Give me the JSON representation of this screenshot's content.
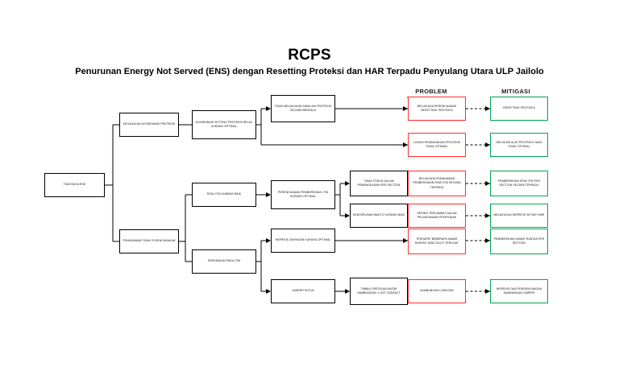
{
  "document": {
    "title": "RCPS",
    "subtitle": "Penurunan Energy Not Served (ENS) dengan Resetting Proteksi dan HAR Terpadu Penyulang Utara ULP Jailolo"
  },
  "columns": {
    "problem_header": "PROBLEM",
    "mitigasi_header": "MITIGASI"
  },
  "colors": {
    "problem_accent": "#ff2d2d",
    "mitigasi_accent": "#00a651",
    "node_border": "#000000",
    "problem_underline": "#ff6b6b",
    "mitigasi_underline": "#2ecc8f"
  },
  "nodes": {
    "root": "TINGGINYA ENS",
    "level2": [
      "KEGAGALAN KOORDINASI PROTEKSI",
      "PEMADAMAN TIDAK DI RENCANAKAN"
    ],
    "level3": [
      "KOORDINASI SETTING PROTEKSI RELAY KURANG OPTIMAL",
      "ROW JTM KURANG BAIK",
      "KERUSAKAN PADA JTM"
    ],
    "level4": [
      "TIDAK MELAKUKAN SIMULASI PROTEKSI SECARA BERKALA",
      "PERENCANAAN PEMBERSIHAN JTM KURANG OPTIMAL",
      "INSPEKSI JARINGAN KURANG OPTIMAL",
      "JUMPER PUTUS"
    ],
    "level5": [
      "TIDAK FOKUS DALAM PEMANGKASAN PER SECTION",
      "KEDISIPLINAN WAKTU KURANG BAIK",
      "TIMBUL PERCIKAN ANTAR SAMBUNGAN / LOST CONTACT"
    ],
    "problems": [
      "BELUM ADA PERENCANAAN RESETTING PROTEKSI",
      "LOKASI PEMASANGAN PROTEKSI TIDAK OPTIMAL",
      "BELUM ADA PEMAHAMAN PEMBERSIHAN ROW JTM SECARA TERPADU",
      "SERING TERLAMBAT DALAM PELAKSANAAN PEKERJAAN",
      "TERDAPAT BEBERAPA KAWAT RANTAS YANG SULIT TERLIHAT",
      "SAMBUNGAN LONGGAR"
    ],
    "mitigations": [
      "RESETTING PROTEKSI",
      "RELOKASI ALAT PROTEKSI YANG TIDAK OPTIMAL",
      "PEMBERSIHAN ROW JTM PER SECTION SECARA TERPADU",
      "MELAKUKAN INSPEKSI SETIAP HARI",
      "PEMBERSIHAN KAWAT RANTAS PER SECTION",
      "INSPEKSI DAN PENGENCANGAN SAMBUNGAN JUMPER"
    ]
  }
}
